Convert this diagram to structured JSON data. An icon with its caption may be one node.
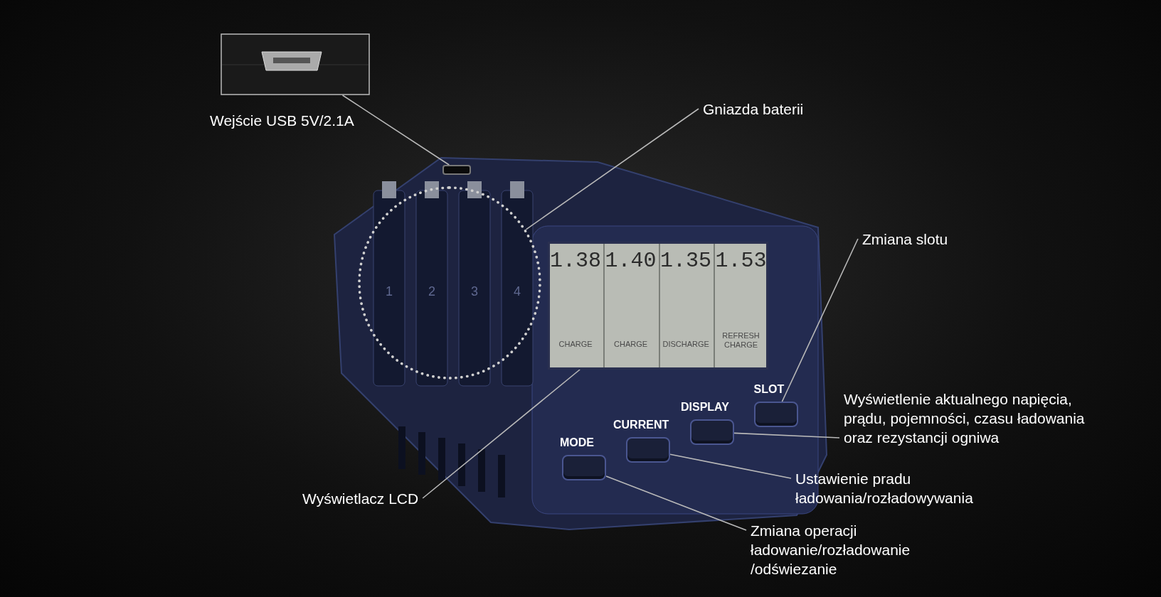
{
  "diagram": {
    "nodes": [
      {
        "text": [],
        "shape": "picture",
        "beside": [
          "Wejście USB 5V/2.1A"
        ]
      },
      {
        "text": [],
        "shape": "box"
      },
      {
        "text": [
          "Gniazda baterii"
        ]
      },
      {
        "text": [],
        "shape": "circle"
      },
      {
        "text": [
          "Zmiana slotu"
        ]
      },
      {
        "text": [],
        "shape": "box"
      },
      {
        "text": [
          "Wyświetlenie aktualnego napięcia, prądu, pojemności, czasu ładowania oraz rezystancji ogniwa"
        ]
      },
      {
        "text": [],
        "shape": "box"
      },
      {
        "text": [
          "Ustawienie pradu ładowania/rozładowywania"
        ]
      },
      {
        "text": [],
        "shape": "box"
      },
      {
        "text": [
          "Zmiana operacji ładowanie/rozładowanie /odświezanie"
        ]
      },
      {
        "text": [],
        "shape": "box"
      },
      {
        "text": [
          "Wyświetlacz LCD"
        ]
      },
      {
        "text": [],
        "shape": "box"
      }
    ],
    "edges": [
      {
        "from": 0,
        "to": 1,
        "arrow": "none"
      },
      {
        "from": 2,
        "to": 3,
        "arrow": "none"
      },
      {
        "from": 4,
        "to": 5,
        "arrow": "none"
      },
      {
        "from": 6,
        "to": 7,
        "arrow": "none"
      },
      {
        "from": 8,
        "to": 9,
        "arrow": "none"
      },
      {
        "from": 10,
        "to": 11,
        "arrow": "none"
      },
      {
        "from": 12,
        "to": 13,
        "arrow": "none"
      }
    ],
    "labels": [
      "1.38",
      "CHARGE",
      "1.40",
      "CHARGE",
      "1.35",
      "DISCHARGE",
      "1.53",
      "REFRESH CHARGE",
      "MODE",
      "CURRENT",
      "DISPLAY",
      "SLOT",
      "1",
      "2",
      "3",
      "4"
    ]
  }
}
